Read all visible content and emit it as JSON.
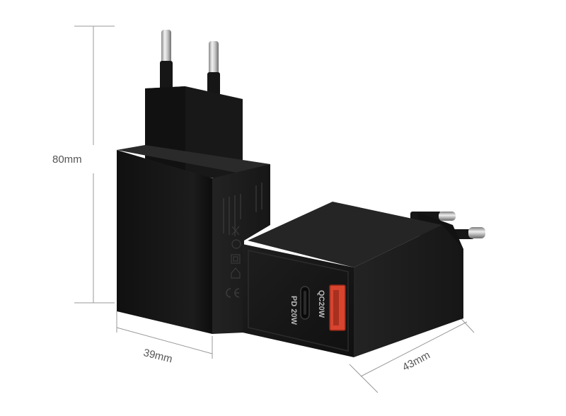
{
  "dimensions": {
    "height_label": "80mm",
    "width_label": "39mm",
    "depth_label": "43mm"
  },
  "ports": {
    "usb_c_label": "PD 20W",
    "usb_a_label": "QC20W"
  },
  "colors": {
    "charger_body": "#141414",
    "usb_a_port": "#d8442e",
    "dimension_lines": "#9a9a9a",
    "prong_metal": "#c8c8c8"
  },
  "markings_icons": [
    "ce-mark-icon",
    "recycle-icon",
    "double-insulation-icon",
    "indoor-use-icon",
    "weee-icon"
  ]
}
